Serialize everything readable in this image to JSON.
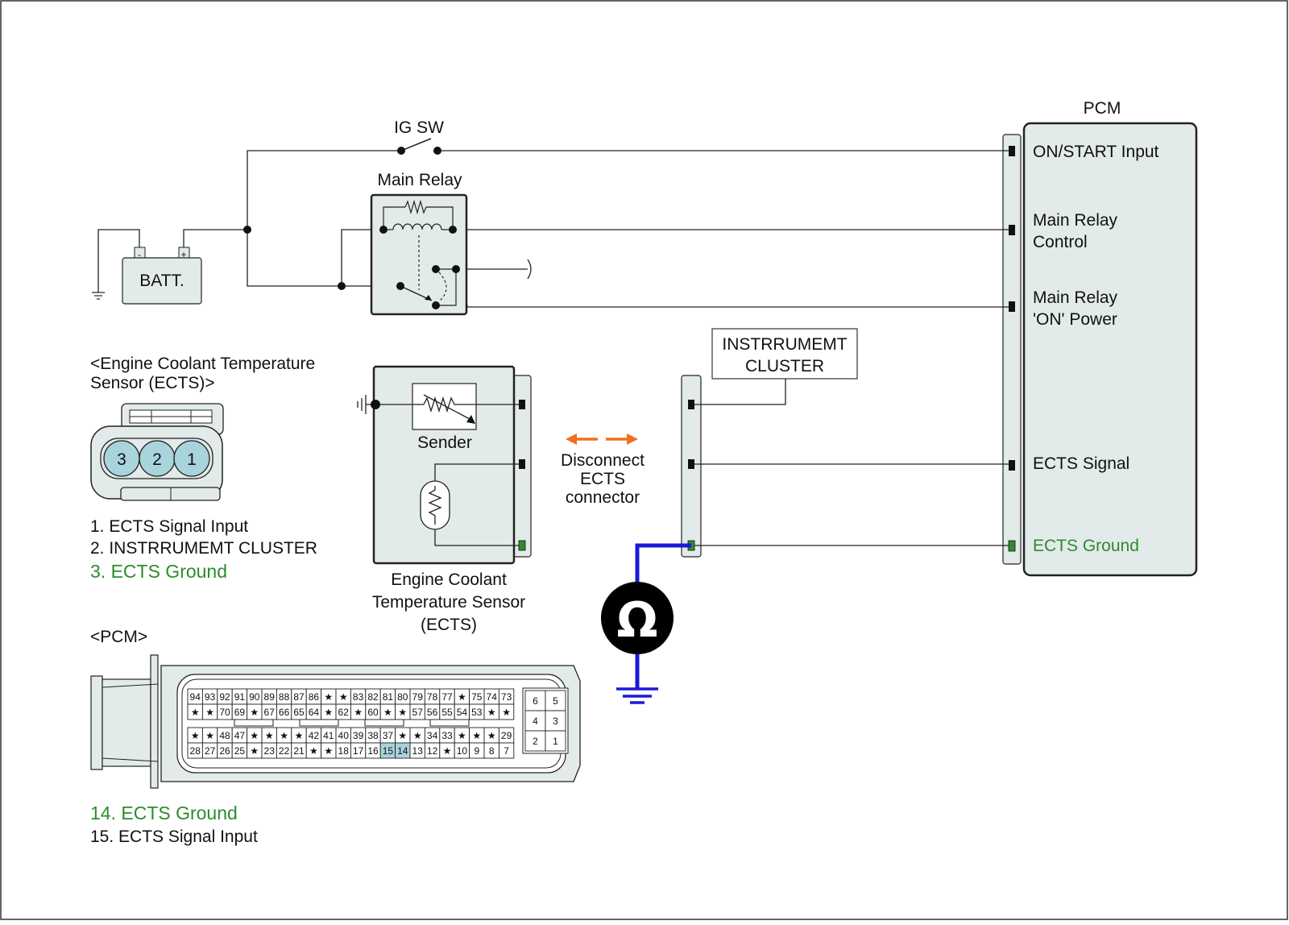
{
  "ig_sw": "IG SW",
  "main_relay": "Main Relay",
  "batt": "BATT.",
  "batt_minus": "-",
  "batt_plus": "+",
  "pcm": {
    "title": "PCM",
    "on_start": "ON/START Input",
    "relay_control": [
      "Main Relay",
      "Control"
    ],
    "relay_power": [
      "Main Relay",
      "'ON' Power"
    ],
    "ects_signal": "ECTS Signal",
    "ects_ground": "ECTS Ground"
  },
  "cluster_box": [
    "INSTRRUMEMT",
    "CLUSTER"
  ],
  "sender": "Sender",
  "disconnect": [
    "Disconnect",
    "ECTS",
    "connector"
  ],
  "ects_block_caption": [
    "Engine Coolant",
    "Temperature Sensor",
    "(ECTS)"
  ],
  "ects_connector": {
    "title": [
      "<Engine Coolant Temperature",
      "Sensor (ECTS)>"
    ],
    "pins": [
      "3",
      "2",
      "1"
    ],
    "legend": [
      "1. ECTS Signal Input",
      "2. INSTRRUMEMT CLUSTER",
      "3. ECTS Ground"
    ]
  },
  "pcm_connector": {
    "title": "<PCM>",
    "row1": [
      "94",
      "93",
      "92",
      "91",
      "90",
      "89",
      "88",
      "87",
      "86",
      "★",
      "★",
      "83",
      "82",
      "81",
      "80",
      "79",
      "78",
      "77",
      "★",
      "75",
      "74",
      "73"
    ],
    "row2": [
      "★",
      "★",
      "70",
      "69",
      "★",
      "67",
      "66",
      "65",
      "64",
      "★",
      "62",
      "★",
      "60",
      "★",
      "★",
      "57",
      "56",
      "55",
      "54",
      "53",
      "★",
      "★"
    ],
    "row3": [
      "★",
      "★",
      "48",
      "47",
      "★",
      "★",
      "★",
      "★",
      "42",
      "41",
      "40",
      "39",
      "38",
      "37",
      "★",
      "★",
      "34",
      "33",
      "★",
      "★",
      "★",
      "29"
    ],
    "row4": [
      "28",
      "27",
      "26",
      "25",
      "★",
      "23",
      "22",
      "21",
      "★",
      "★",
      "18",
      "17",
      "16",
      "15",
      "14",
      "13",
      "12",
      "★",
      "10",
      "9",
      "8",
      "7"
    ],
    "small_block": [
      "6",
      "5",
      "4",
      "3",
      "2",
      "1"
    ],
    "legend": [
      "14. ECTS Ground",
      "15. ECTS Signal Input"
    ]
  },
  "ohm_symbol": "Ω",
  "colors": {
    "ground_green": "#2e8b2e",
    "probe_blue": "#1a1ad6",
    "arrow_orange": "#f07020",
    "panel_fill": "#e3eaea",
    "pin_highlight": "#a8d4dc"
  }
}
